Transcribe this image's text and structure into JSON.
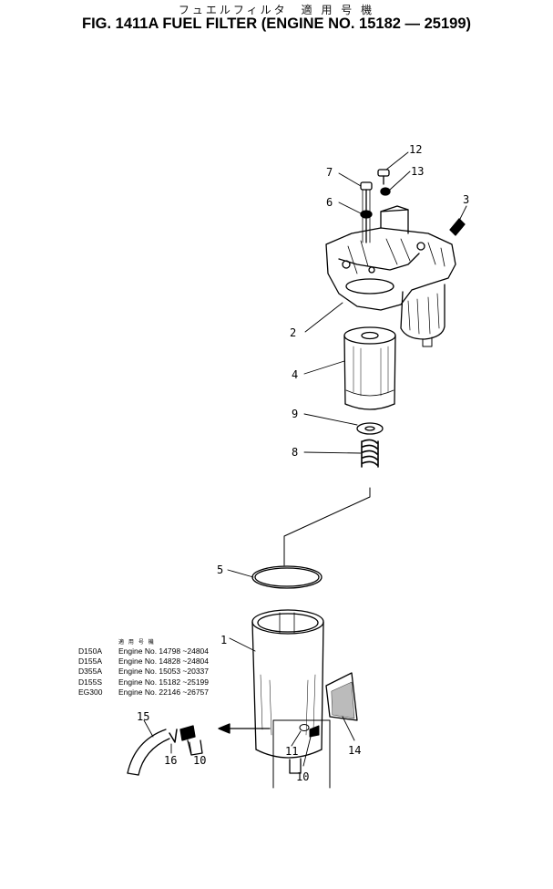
{
  "header": {
    "japanese_title": "フュエルフィルタ　適 用 号 機",
    "title": "FIG. 1411A  FUEL FILTER (ENGINE NO. 15182 — 25199)"
  },
  "callouts": {
    "c1": "1",
    "c2": "2",
    "c3": "3",
    "c4": "4",
    "c5": "5",
    "c6": "6",
    "c7": "7",
    "c8": "8",
    "c9": "9",
    "c10a": "10",
    "c10b": "10",
    "c11": "11",
    "c12": "12",
    "c13": "13",
    "c14": "14",
    "c15": "15",
    "c16": "16"
  },
  "applicability": {
    "heading": "適 用 号 機",
    "rows": [
      {
        "model": "D150A",
        "engine": "Engine No. 14798 ~24804"
      },
      {
        "model": "D155A",
        "engine": "Engine No. 14828 ~24804"
      },
      {
        "model": "D355A",
        "engine": "Engine No. 15053 ~20337"
      },
      {
        "model": "D155S",
        "engine": "Engine No. 15182 ~25199"
      },
      {
        "model": "EG300",
        "engine": "Engine No. 22146 ~26757"
      }
    ]
  }
}
